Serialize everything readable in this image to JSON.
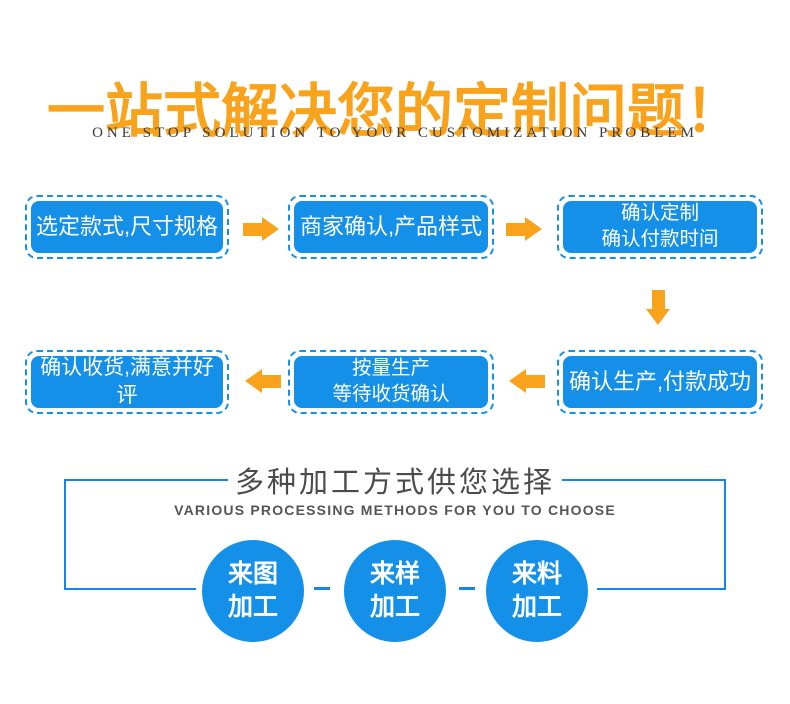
{
  "header": {
    "title": "一站式解决您的定制问题！",
    "subtitle": "ONE STOP SOLUTION TO YOUR CUSTOMIZATION PROBLEM"
  },
  "flow": {
    "steps": [
      {
        "label": "选定款式,尺寸规格"
      },
      {
        "label": "商家确认,产品样式"
      },
      {
        "label": "确认定制\n确认付款时间"
      },
      {
        "label": "确认生产,付款成功"
      },
      {
        "label": "按量生产\n等待收货确认"
      },
      {
        "label": "确认收货,满意并好评"
      }
    ]
  },
  "processing": {
    "title": "多种加工方式供您选择",
    "subtitle": "VARIOUS PROCESSING METHODS FOR YOU TO CHOOSE",
    "methods": [
      {
        "label": "来图\n加工"
      },
      {
        "label": "来样\n加工"
      },
      {
        "label": "来料\n加工"
      }
    ]
  },
  "colors": {
    "primary_blue": "#1490e9",
    "frame_blue": "#1486e6",
    "accent_orange": "#f9a21b",
    "title_orange": "#f9a21b"
  }
}
